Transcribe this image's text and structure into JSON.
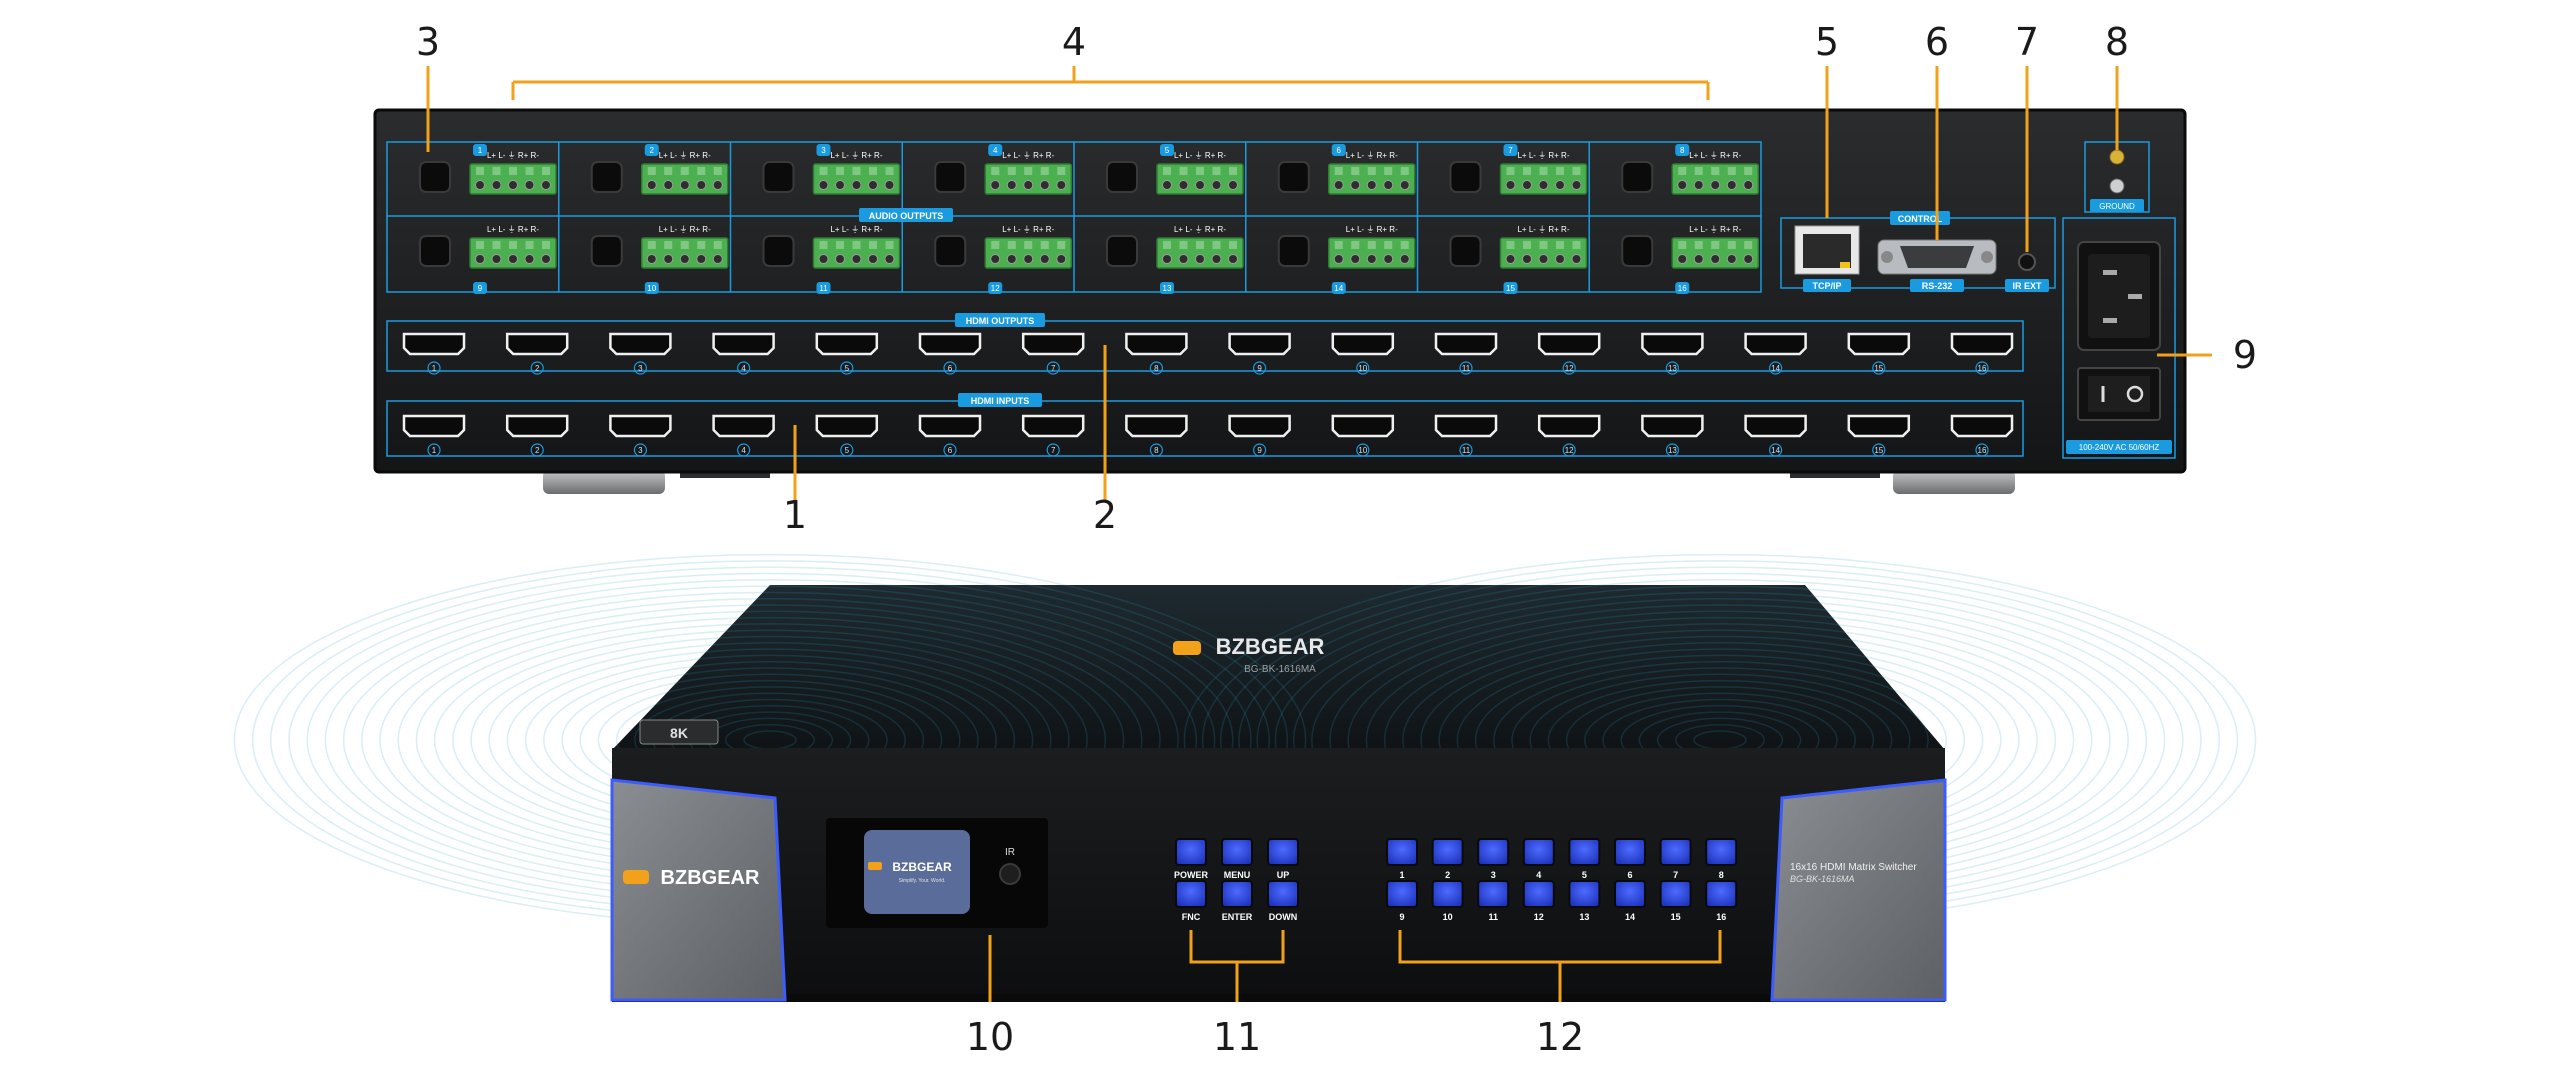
{
  "callouts": [
    {
      "n": "1"
    },
    {
      "n": "2"
    },
    {
      "n": "3"
    },
    {
      "n": "4"
    },
    {
      "n": "5"
    },
    {
      "n": "6"
    },
    {
      "n": "7"
    },
    {
      "n": "8"
    },
    {
      "n": "9"
    },
    {
      "n": "10"
    },
    {
      "n": "11"
    },
    {
      "n": "12"
    }
  ],
  "rear_panel": {
    "audio_outputs_label": "AUDIO OUTPUTS",
    "audio_pin_labels": "L+ L- ⏚ R+ R-",
    "audio_top_numbers": [
      "1",
      "2",
      "3",
      "4",
      "5",
      "6",
      "7",
      "8"
    ],
    "audio_bottom_numbers": [
      "9",
      "10",
      "11",
      "12",
      "13",
      "14",
      "15",
      "16"
    ],
    "hdmi_outputs_label": "HDMI OUTPUTS",
    "hdmi_inputs_label": "HDMI INPUTS",
    "hdmi_numbers": [
      "1",
      "2",
      "3",
      "4",
      "5",
      "6",
      "7",
      "8",
      "9",
      "10",
      "11",
      "12",
      "13",
      "14",
      "15",
      "16"
    ],
    "control_label": "CONTROL",
    "tcpip_label": "TCP/IP",
    "rs232_label": "RS-232",
    "irext_label": "IR EXT",
    "ground_label": "GROUND",
    "power_label": "100-240V AC 50/60HZ"
  },
  "front_panel": {
    "brand": "BZBGEAR",
    "model": "BG-BK-1616MA",
    "badge_8k": "8K",
    "lcd_brand": "BZBGEAR",
    "lcd_tagline": "Simplify. Your. World.",
    "ir_label": "IR",
    "right_title": "16x16 HDMI Matrix Switcher",
    "right_model": "BG-BK-1616MA",
    "func_top": [
      "POWER",
      "MENU",
      "UP"
    ],
    "func_bottom": [
      "FNC",
      "ENTER",
      "DOWN"
    ],
    "num_top": [
      "1",
      "2",
      "3",
      "4",
      "5",
      "6",
      "7",
      "8"
    ],
    "num_bottom": [
      "9",
      "10",
      "11",
      "12",
      "13",
      "14",
      "15",
      "16"
    ]
  },
  "colors": {
    "accent_orange": "#f2a21a",
    "label_blue": "#1a9be0",
    "terminal_green": "#4caf50",
    "chassis": "#1c1e20",
    "button_blue": "#2a47e8"
  }
}
